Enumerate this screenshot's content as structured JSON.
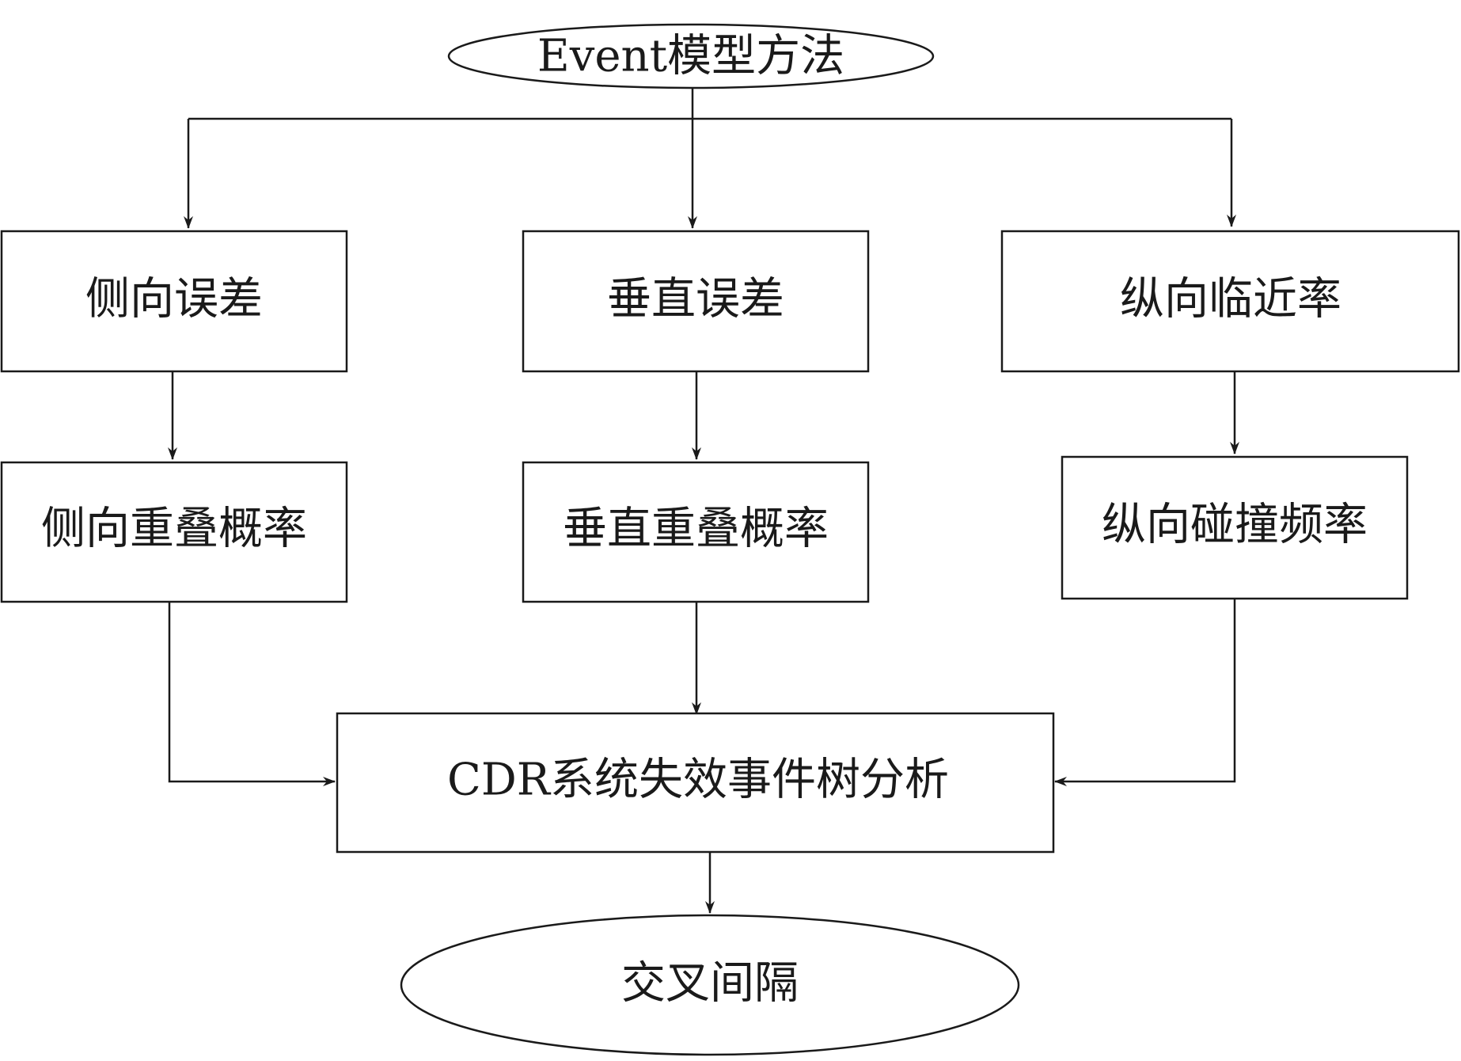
{
  "nodes": {
    "start": "Event模型方法",
    "lateral_error": "侧向误差",
    "vertical_error": "垂直误差",
    "longitudinal_proximity": "纵向临近率",
    "lateral_overlap": "侧向重叠概率",
    "vertical_overlap": "垂直重叠概率",
    "longitudinal_collision": "纵向碰撞频率",
    "cdr_analysis": "CDR系统失效事件树分析",
    "end": "交叉间隔"
  },
  "colors": {
    "stroke": "#1a1a1a",
    "fill": "#ffffff",
    "text": "#1a1a1a"
  }
}
